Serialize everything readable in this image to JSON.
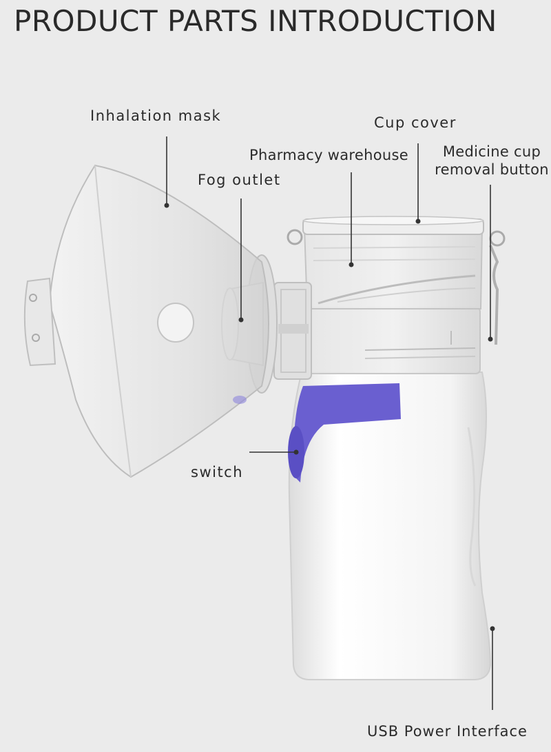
{
  "title": "PRODUCT PARTS INTRODUCTION",
  "labels": {
    "inhalation_mask": "Inhalation mask",
    "cup_cover": "Cup cover",
    "pharmacy_warehouse": "Pharmacy warehouse",
    "medicine_cup_line1": "Medicine cup",
    "medicine_cup_line2": "removal button",
    "fog_outlet": "Fog outlet",
    "switch": "switch",
    "usb_power": "USB Power Interface"
  },
  "colors": {
    "background": "#ebebeb",
    "accent_band": "#6a5fd0",
    "body": "#f7f7f7",
    "leader_line": "#333333"
  }
}
